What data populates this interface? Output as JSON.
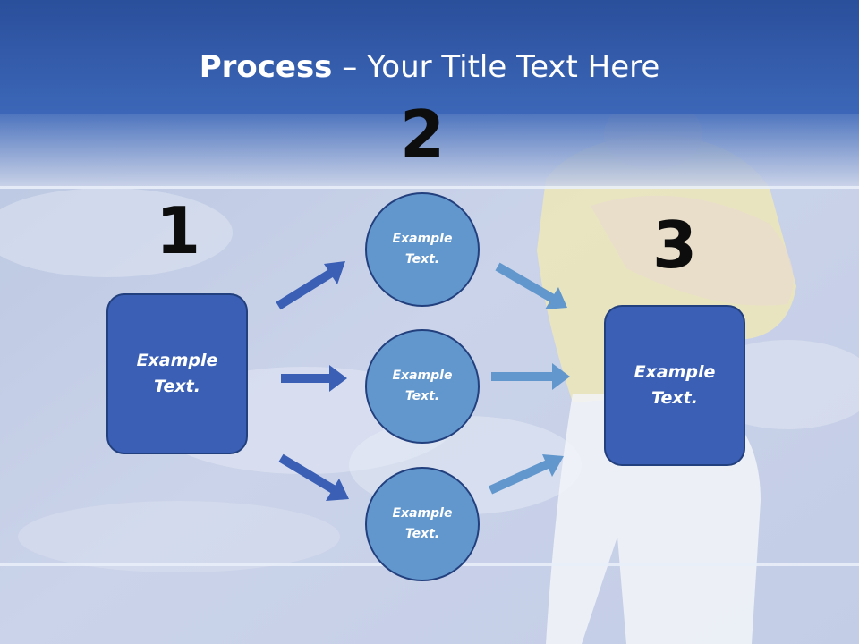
{
  "slide": {
    "title_bold": "Process",
    "title_rest": " – Your Title Text Here"
  },
  "steps": {
    "step1": {
      "number": "1",
      "text": "Example\nText."
    },
    "step2": {
      "number": "2",
      "items": [
        {
          "text": "Example\nText."
        },
        {
          "text": "Example\nText."
        },
        {
          "text": "Example\nText."
        }
      ]
    },
    "step3": {
      "number": "3",
      "text": "Example\nText."
    }
  },
  "colors": {
    "header_blue": "#3a62b3",
    "box_fill": "#3a5fb5",
    "circle_fill": "#6297cd",
    "arrow_dark": "#3a5fb5",
    "arrow_light": "#6297cd"
  }
}
